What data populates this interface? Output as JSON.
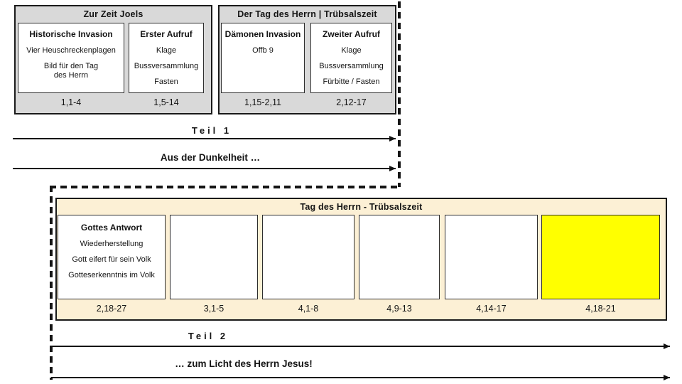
{
  "colors": {
    "panel_gray": "#D9D9D9",
    "panel_cream": "#FCF0D5",
    "highlight_yellow": "#FFFF00"
  },
  "part1": {
    "sections": [
      {
        "title": "Zur Zeit Joels",
        "boxes": [
          {
            "title": "Historische Invasion",
            "lines": [
              "Vier Heuschreckenplagen",
              "Bild für den Tag",
              "des Herrn"
            ],
            "ref": "1,1-4"
          },
          {
            "title": "Erster Aufruf",
            "lines": [
              "Klage",
              "Bussversammlung",
              "Fasten"
            ],
            "ref": "1,5-14"
          }
        ]
      },
      {
        "title": "Der Tag des Herrn | Trübsalszeit",
        "boxes": [
          {
            "title": "Dämonen Invasion",
            "lines": [
              "Offb 9"
            ],
            "ref": "1,15-2,11"
          },
          {
            "title": "Zweiter Aufruf",
            "lines": [
              "Klage",
              "Bussversammlung",
              "Fürbitte / Fasten"
            ],
            "ref": "2,12-17"
          }
        ]
      }
    ],
    "arrow1_label": "Teil 1",
    "arrow2_label": "Aus der Dunkelheit …"
  },
  "part2": {
    "title": "Tag des Herrn - Trübsalszeit",
    "boxes": [
      {
        "title": "Gottes Antwort",
        "lines": [
          "Wiederherstellung",
          "Gott eifert für sein Volk",
          "Gotteserkenntnis im Volk"
        ],
        "ref": "2,18-27"
      },
      {
        "ref": "3,1-5"
      },
      {
        "ref": "4,1-8"
      },
      {
        "ref": "4,9-13"
      },
      {
        "ref": "4,14-17"
      },
      {
        "ref": "4,18-21",
        "highlight": true
      }
    ],
    "arrow1_label": "Teil 2",
    "arrow2_label": "… zum Licht des Herrn Jesus!"
  }
}
